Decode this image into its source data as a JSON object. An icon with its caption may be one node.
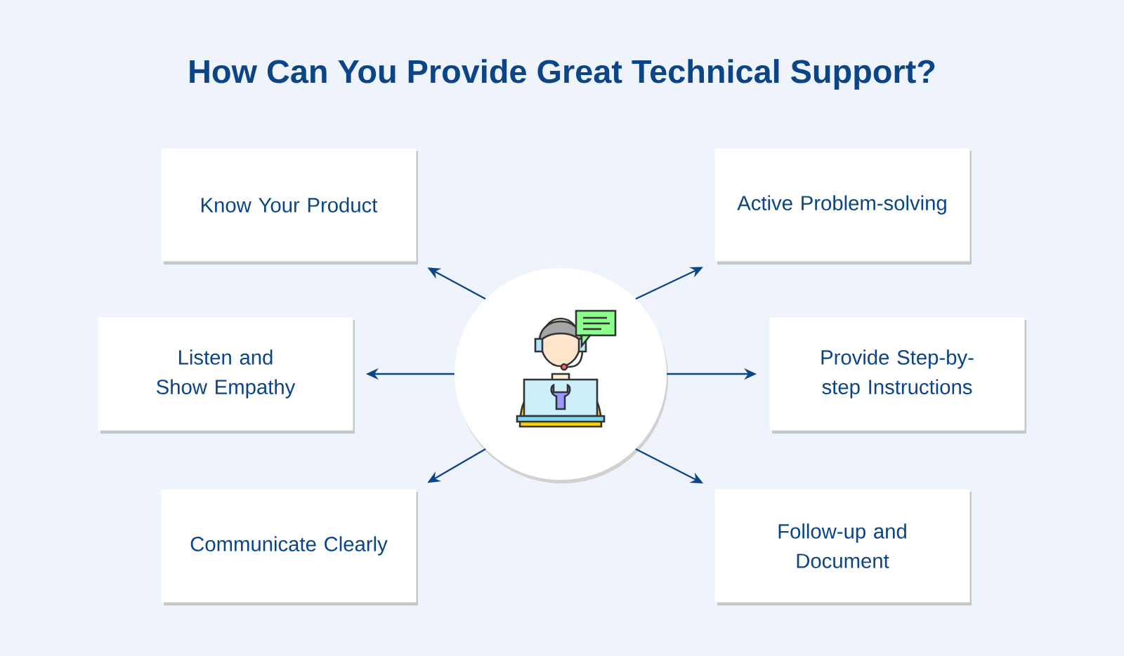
{
  "diagram": {
    "title": "How Can You Provide Great Technical Support?",
    "nodes": [
      {
        "text": [],
        "shape": "circle"
      },
      {
        "text": [
          "Know Your Product"
        ]
      },
      {
        "text": [
          "Active Problem-solving"
        ]
      },
      {
        "text": [
          "Listen and Show Empathy"
        ]
      },
      {
        "text": [
          "Provide Step-by-step Instructions"
        ]
      },
      {
        "text": [
          "Communicate Clearly"
        ]
      },
      {
        "text": [
          "Follow-up and Document"
        ]
      }
    ],
    "edges": [
      {
        "from": 0,
        "to": 1,
        "arrow": "to"
      },
      {
        "from": 0,
        "to": 2,
        "arrow": "to"
      },
      {
        "from": 0,
        "to": 3,
        "arrow": "to"
      },
      {
        "from": 0,
        "to": 4,
        "arrow": "to"
      },
      {
        "from": 0,
        "to": 5,
        "arrow": "to"
      },
      {
        "from": 0,
        "to": 6,
        "arrow": "to"
      }
    ]
  }
}
